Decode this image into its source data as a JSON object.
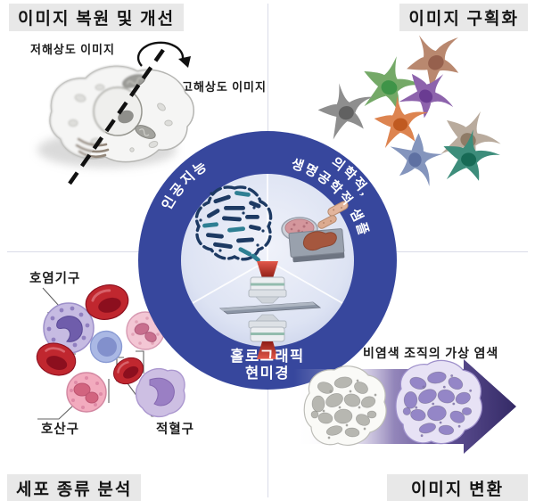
{
  "quadrants": {
    "restoration": {
      "title": "이미지 복원 및 개선",
      "low_res_label": "저해상도 이미지",
      "high_res_label": "고해상도 이미지"
    },
    "segmentation": {
      "title": "이미지 구획화"
    },
    "cell_analysis": {
      "title": "세포 종류 분석",
      "basophil_label": "호염기구",
      "eosinophil_label": "호산구",
      "rbc_label": "적혈구"
    },
    "transformation": {
      "title": "이미지 변환",
      "virtual_staining_label": "비염색 조직의 가상 염색"
    }
  },
  "center": {
    "ai_label": "인공지능",
    "samples_label_line1": "의학적,",
    "samples_label_line2": "생명공학적 샘플",
    "microscope_label_line1": "홀로그래픽",
    "microscope_label_line2": "현미경"
  },
  "icons": {
    "ai": "circuit-brain-icon",
    "samples": "biomedical-samples-icon",
    "microscope": "objective-lenses-icon",
    "rotation": "rotation-arrow-icon",
    "staining_arrow": "gradient-arrow-icon"
  },
  "palette": {
    "ring_blue": "#37479d",
    "inner_circle_light": "#dde3f3",
    "badge_bg": "#e8e8e8",
    "divider": "#d9dbe8",
    "rbc_red": "#c0272f",
    "stain_purple": "#9486c7",
    "arrow_dark_purple": "#342a66",
    "brain_navy": "#1d3a63",
    "brain_teal": "#2e7f93"
  }
}
